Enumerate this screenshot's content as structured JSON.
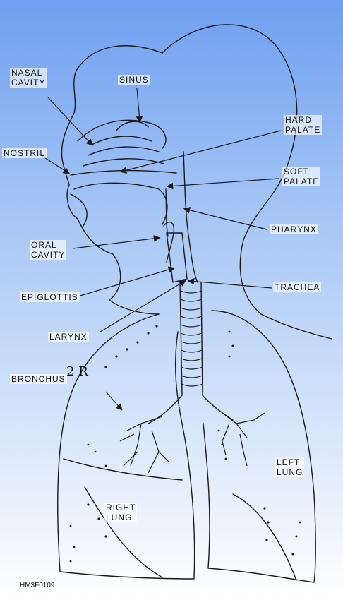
{
  "labels": {
    "nasal_cavity": [
      "NASAL",
      "CAVITY"
    ],
    "sinus": "SINUS",
    "hard_palate": [
      "HARD",
      "PALATE"
    ],
    "nostril": "NOSTRIL",
    "soft_palate": [
      "SOFT",
      "PALATE"
    ],
    "pharynx": "PHARYNX",
    "oral_cavity": [
      "ORAL",
      "CAVITY"
    ],
    "trachea": "TRACHEA",
    "epiglottis": "EPIGLOTTIS",
    "larynx": "LARYNX",
    "bronchus": "BRONCHUS",
    "left_lung": [
      "LEFT",
      "LUNG"
    ],
    "right_lung": [
      "RIGHT",
      "LUNG"
    ],
    "code": "HM3F0109",
    "annotation": "2 R"
  },
  "colors": {
    "line": "#1a1a1a",
    "background_top": "#6f9ff0",
    "background_bottom": "#ffffff"
  }
}
